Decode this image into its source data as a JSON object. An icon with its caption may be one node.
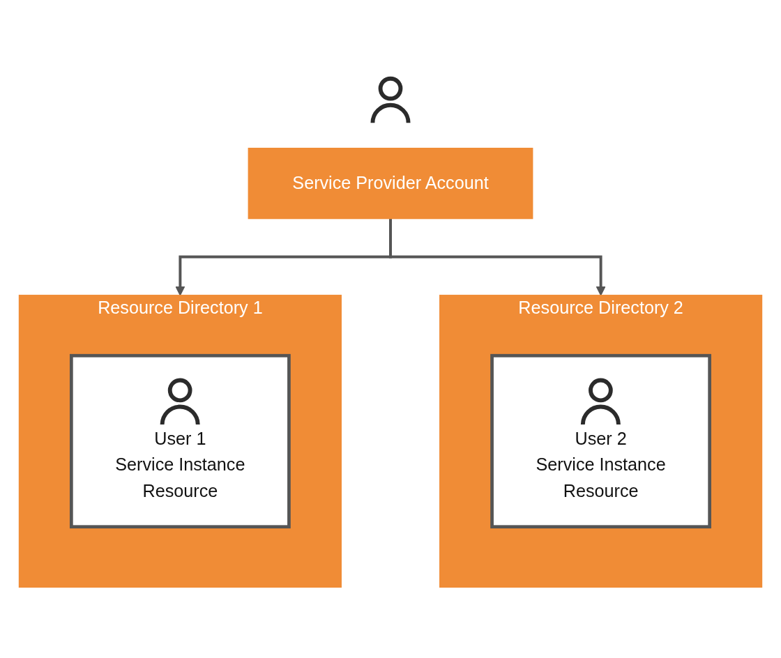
{
  "diagram": {
    "nodes": [
      {
        "text": [],
        "shape": "person"
      },
      {
        "text": [
          "Service Provider Account"
        ]
      },
      {
        "text": [
          "Resource Directory 1"
        ]
      },
      {
        "text": [
          "User 1",
          "Service Instance",
          "Resource"
        ],
        "in": 2
      },
      {
        "text": [
          "Resource Directory 2"
        ]
      },
      {
        "text": [
          "User 2",
          "Service Instance",
          "Resource"
        ],
        "in": 4
      }
    ],
    "edges": [
      {
        "from": 1,
        "to": 2,
        "arrow": "to"
      },
      {
        "from": 1,
        "to": 4,
        "arrow": "to"
      }
    ]
  }
}
